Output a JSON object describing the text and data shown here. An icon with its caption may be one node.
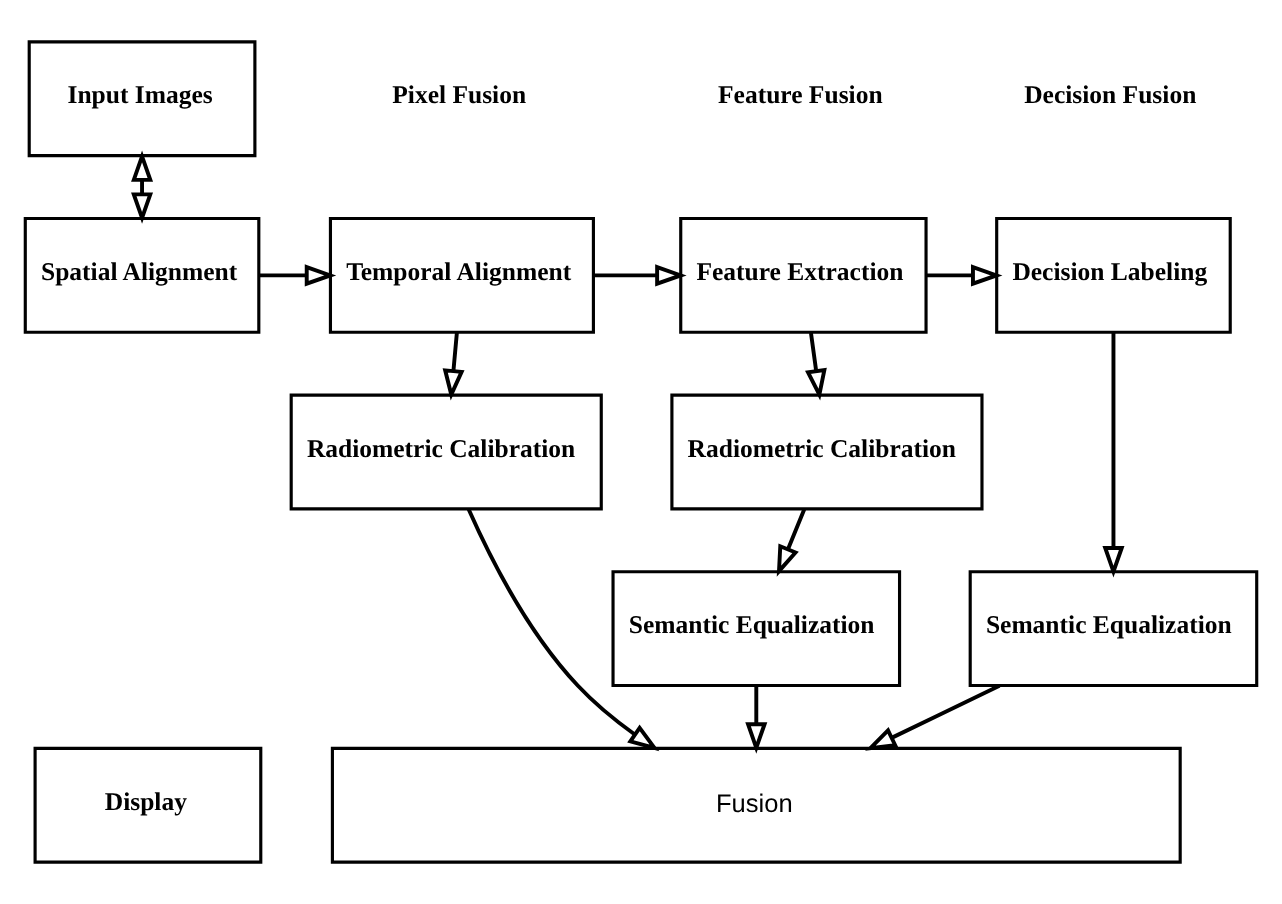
{
  "diagram": {
    "nodes": [
      {
        "text": [
          "Input Images"
        ]
      },
      {
        "text": [
          "Spatial Alignment"
        ]
      },
      {
        "text": [
          "Temporal Alignment"
        ]
      },
      {
        "text": [
          "Radiometric Calibration"
        ]
      },
      {
        "text": [
          "Feature Extraction"
        ]
      },
      {
        "text": [
          "Radiometric Calibration"
        ]
      },
      {
        "text": [
          "Semantic Equalization"
        ]
      },
      {
        "text": [
          "Decision Labeling"
        ]
      },
      {
        "text": [
          "Semantic Equalization"
        ]
      },
      {
        "text": [
          "Display"
        ]
      },
      {
        "text": [
          "Fusion"
        ]
      }
    ],
    "edges": [
      {
        "from": 0,
        "to": 1,
        "arrow": "both"
      },
      {
        "from": 1,
        "to": 2,
        "arrow": "to"
      },
      {
        "from": 2,
        "to": 3,
        "arrow": "to"
      },
      {
        "from": 3,
        "to": 10,
        "arrow": "to"
      },
      {
        "from": 2,
        "to": 4,
        "arrow": "to"
      },
      {
        "from": 4,
        "to": 5,
        "arrow": "to"
      },
      {
        "from": 5,
        "to": 6,
        "arrow": "to"
      },
      {
        "from": 6,
        "to": 10,
        "arrow": "to"
      },
      {
        "from": 4,
        "to": 7,
        "arrow": "to"
      },
      {
        "from": 7,
        "to": 8,
        "arrow": "to"
      },
      {
        "from": 8,
        "to": 10,
        "arrow": "to"
      }
    ],
    "labels": [
      "Pixel Fusion",
      "Feature Fusion",
      "Decision Fusion"
    ]
  }
}
